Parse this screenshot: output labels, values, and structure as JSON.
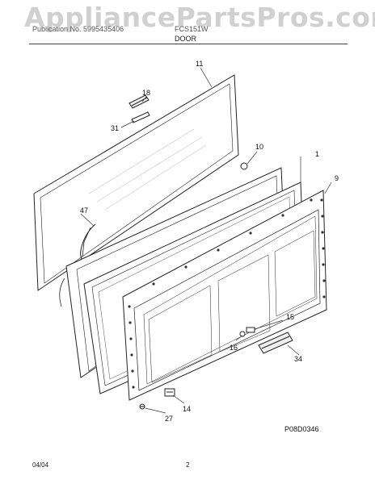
{
  "watermark": "AppliancePartsPros.com",
  "header": {
    "left": "Publication No. 5995435406",
    "right": "FCS151W",
    "section_title": "DOOR"
  },
  "callouts": [
    {
      "id": "11",
      "label": "11"
    },
    {
      "id": "18",
      "label": "18"
    },
    {
      "id": "31",
      "label": "31"
    },
    {
      "id": "10",
      "label": "10"
    },
    {
      "id": "1",
      "label": "1"
    },
    {
      "id": "9",
      "label": "9"
    },
    {
      "id": "47",
      "label": "47"
    },
    {
      "id": "15",
      "label": "15"
    },
    {
      "id": "16",
      "label": "16"
    },
    {
      "id": "34",
      "label": "34"
    },
    {
      "id": "14",
      "label": "14"
    },
    {
      "id": "27",
      "label": "27"
    }
  ],
  "drawing_code": "P08D0346",
  "footer": {
    "date": "04/04",
    "page": "2"
  }
}
